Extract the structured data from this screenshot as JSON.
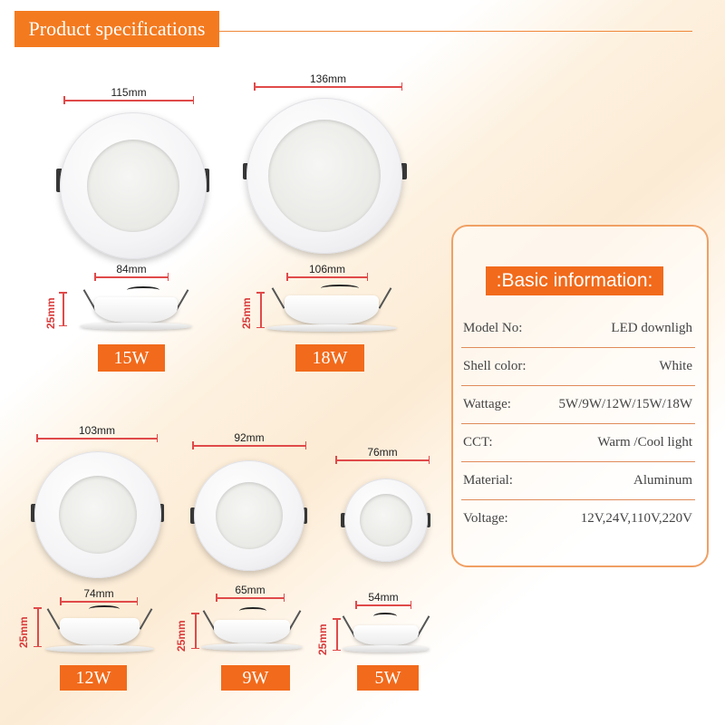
{
  "header": {
    "title": "Product specifications"
  },
  "products": [
    {
      "id": "15w",
      "wattage": "15W",
      "outer_diameter": "115mm",
      "cutout": "84mm",
      "height": "25mm"
    },
    {
      "id": "18w",
      "wattage": "18W",
      "outer_diameter": "136mm",
      "cutout": "106mm",
      "height": "25mm"
    },
    {
      "id": "12w",
      "wattage": "12W",
      "outer_diameter": "103mm",
      "cutout": "74mm",
      "height": "25mm"
    },
    {
      "id": "9w",
      "wattage": "9W",
      "outer_diameter": "92mm",
      "cutout": "65mm",
      "height": "25mm"
    },
    {
      "id": "5w",
      "wattage": "5W",
      "outer_diameter": "76mm",
      "cutout": "54mm",
      "height": "25mm"
    }
  ],
  "basic_info": {
    "title": ":Basic information:",
    "rows": [
      {
        "label": "Model No:",
        "value": "LED downligh"
      },
      {
        "label": "Shell color:",
        "value": "White"
      },
      {
        "label": "Wattage:",
        "value": "5W/9W/12W/15W/18W"
      },
      {
        "label": "CCT:",
        "value": "Warm /Cool light"
      },
      {
        "label": "Material:",
        "value": "Aluminum"
      },
      {
        "label": "Voltage:",
        "value": "12V,24V,110V,220V"
      }
    ]
  },
  "colors": {
    "accent": "#f26a1b",
    "dimension_line": "#e04a4a",
    "card_border": "#f0a064"
  }
}
